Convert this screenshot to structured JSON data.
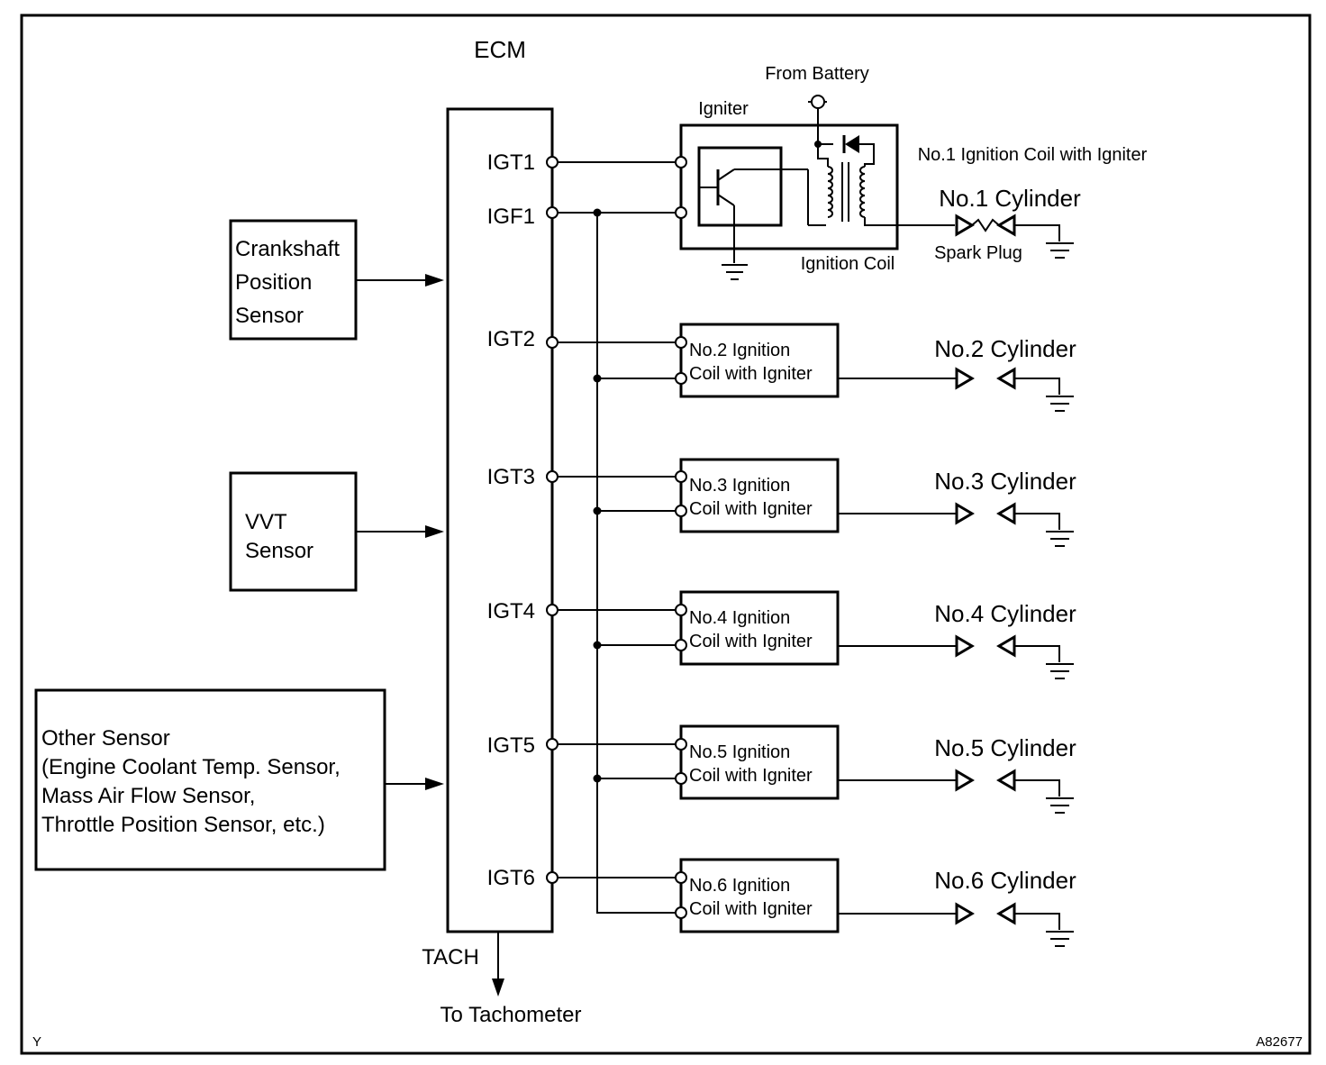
{
  "ecm": {
    "label": "ECM"
  },
  "ecm_terminals": [
    "IGT1",
    "IGF1",
    "IGT2",
    "IGT3",
    "IGT4",
    "IGT5",
    "IGT6"
  ],
  "tach": {
    "label": "TACH",
    "to": "To Tachometer"
  },
  "sensors": {
    "crankshaft": [
      "Crankshaft",
      "Position",
      "Sensor"
    ],
    "vvt": [
      "VVT",
      "Sensor"
    ],
    "other": [
      "Other Sensor",
      "(Engine Coolant Temp. Sensor,",
      "Mass Air Flow Sensor,",
      "Throttle Position Sensor, etc.)"
    ]
  },
  "coil1": {
    "from_battery": "From Battery",
    "igniter": "Igniter",
    "title": "No.1 Ignition Coil with Igniter",
    "ignition_coil": "Ignition Coil",
    "spark_plug": "Spark Plug"
  },
  "coils": [
    {
      "line1": "No.2 Ignition",
      "line2": "Coil with Igniter"
    },
    {
      "line1": "No.3 Ignition",
      "line2": "Coil with Igniter"
    },
    {
      "line1": "No.4 Ignition",
      "line2": "Coil with Igniter"
    },
    {
      "line1": "No.5 Ignition",
      "line2": "Coil with Igniter"
    },
    {
      "line1": "No.6 Ignition",
      "line2": "Coil with Igniter"
    }
  ],
  "cylinders": [
    "No.1 Cylinder",
    "No.2 Cylinder",
    "No.3 Cylinder",
    "No.4 Cylinder",
    "No.5 Cylinder",
    "No.6 Cylinder"
  ],
  "corner": {
    "left": "Y",
    "right": "A82677"
  }
}
